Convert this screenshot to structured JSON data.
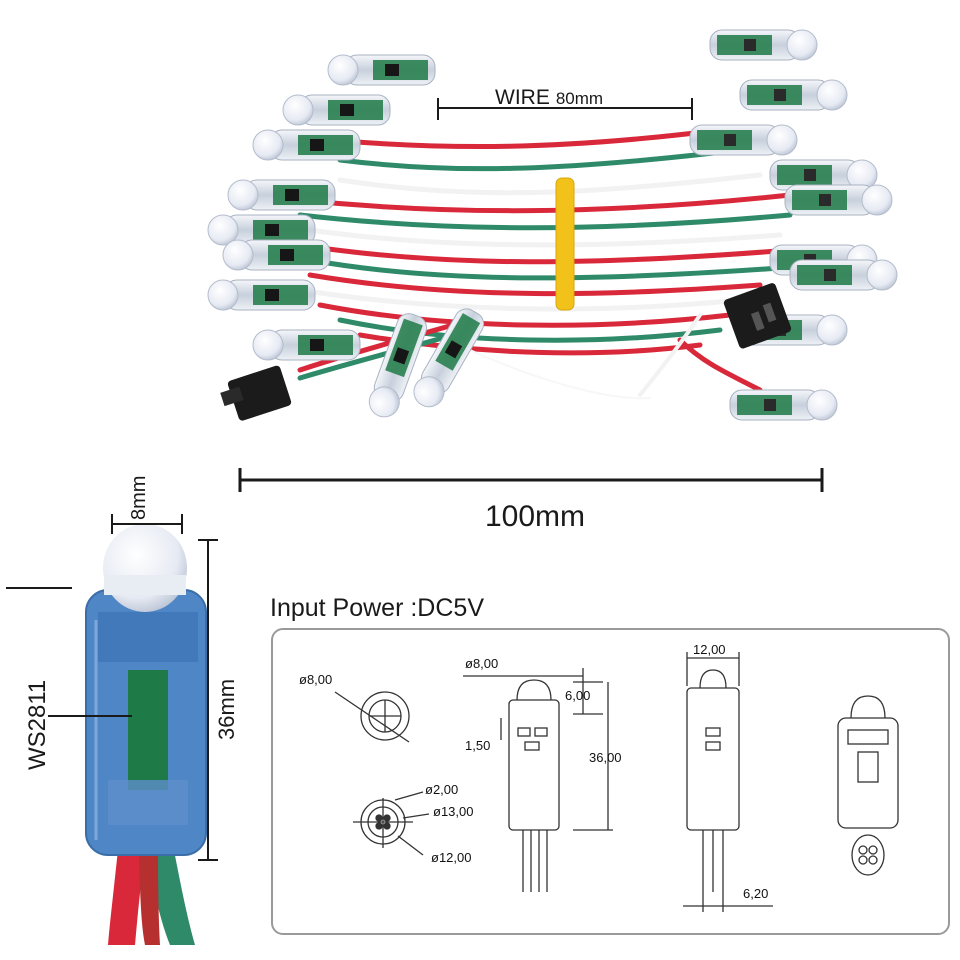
{
  "labels": {
    "wire": "WIRE",
    "wire_length": "80mm",
    "width": "100mm",
    "diameter": "8mm",
    "height": "36mm",
    "chip": "WS2811",
    "input_power": "Input Power :DC5V"
  },
  "drawing": {
    "top_diameter": "ø8,00",
    "side_diameter": "ø8,00",
    "dome_height": "6,00",
    "total_height": "36,00",
    "groove": "1,50",
    "width_front": "12,00",
    "pin_diameter": "ø2,00",
    "outer_diameter": "ø13,00",
    "inner_diameter": "ø12,00",
    "lead_spacing": "6,20"
  },
  "colors": {
    "wire_red": "#d8283a",
    "wire_green": "#2f8a6a",
    "wire_white": "#f2f2f2",
    "tie_yellow": "#f2c21a",
    "pcb_green": "#1e7a46",
    "housing_blue": "#4f86c6",
    "connector_black": "#1b1b1b"
  }
}
